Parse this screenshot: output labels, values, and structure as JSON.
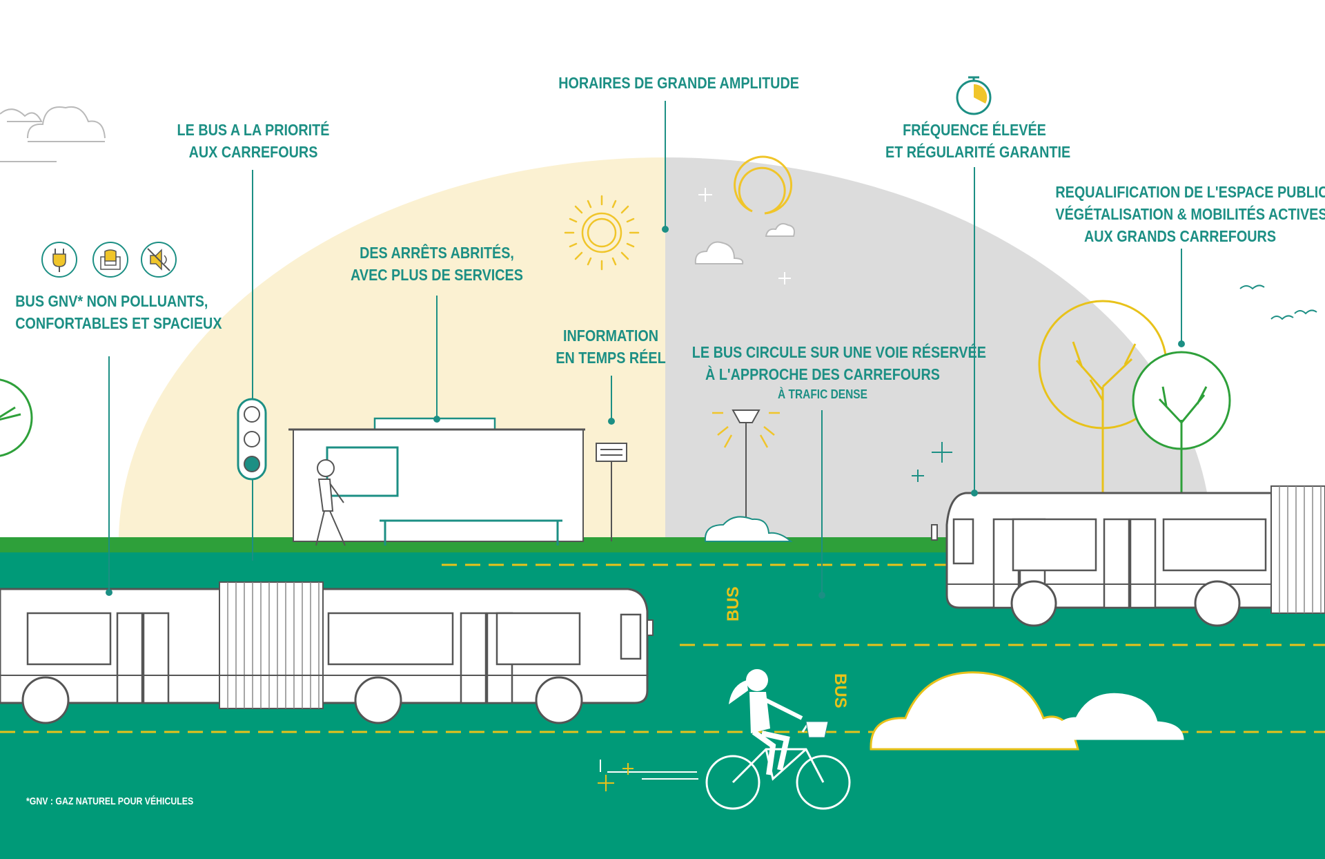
{
  "labels": {
    "horaires": "HORAIRES DE GRANDE AMPLITUDE",
    "priorite": [
      "LE BUS A LA PRIORITÉ",
      "AUX CARREFOURS"
    ],
    "frequence": [
      "FRÉQUENCE ÉLEVÉE",
      "ET RÉGULARITÉ GARANTIE"
    ],
    "requalification": [
      "REQUALIFICATION DE L'ESPACE PUBLIC :",
      "VÉGÉTALISATION & MOBILITÉS ACTIVES",
      "AUX GRANDS CARREFOURS"
    ],
    "arrets": [
      "DES ARRÊTS ABRITÉS,",
      "AVEC PLUS DE SERVICES"
    ],
    "bus_gnv": [
      "BUS GNV* NON POLLUANTS,",
      "CONFORTABLES ET SPACIEUX"
    ],
    "information": [
      "INFORMATION",
      "EN TEMPS RÉEL"
    ],
    "voie_reservee": [
      "LE BUS CIRCULE SUR UNE VOIE RÉSERVÉE",
      "À L'APPROCHE DES CARREFOURS",
      "À TRAFIC DENSE"
    ]
  },
  "road_marking": "BUS",
  "footnote": "*GNV : GAZ NATUREL POUR VÉHICULES",
  "icons": [
    "plug-icon",
    "seat-icon",
    "mute-icon",
    "stopwatch-icon",
    "sun-icon",
    "moon-icon",
    "traffic-light-icon",
    "info-display-icon"
  ],
  "colors": {
    "road": "#009a78",
    "grass": "#2ea03a",
    "text": "#1c8f84",
    "day_sky": "#fbf1d2",
    "night_sky": "#dcdcdc",
    "sun": "#f0c52a",
    "marking": "#e8c21a"
  }
}
